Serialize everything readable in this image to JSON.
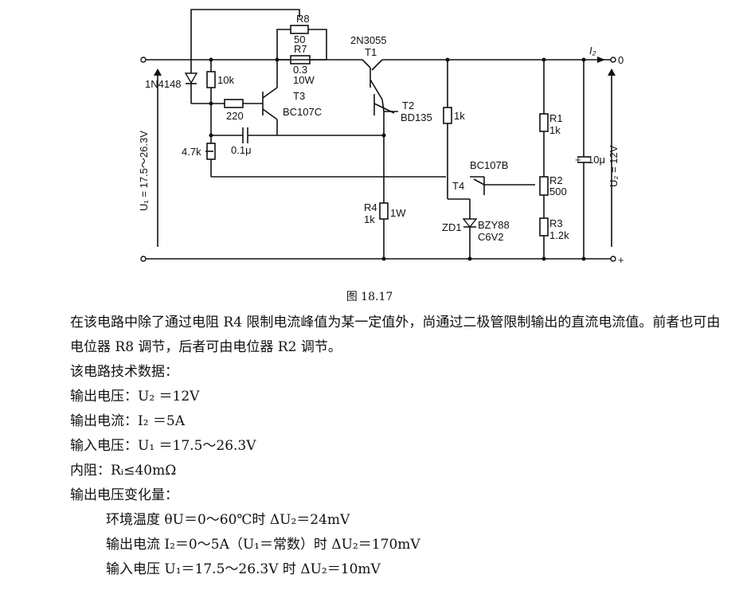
{
  "schematic": {
    "labels": {
      "r8": "R8",
      "r8_val": "50",
      "t1_type": "2N3055",
      "t1": "T1",
      "r7": "R7",
      "r7_val": "0.3",
      "r7_pow": "10W",
      "d1": "1N4148",
      "r_10k": "10k",
      "t3": "T3",
      "t3_type": "BC107C",
      "r_220": "220",
      "c_01": "0.1μ",
      "pot_47k": "4.7k",
      "t2": "T2",
      "t2_type": "BD135",
      "r_1k": "1k",
      "r1": "R1",
      "r1_val": "1k",
      "r2": "R2",
      "r2_val": "500",
      "r3": "R3",
      "r3_val": "1.2k",
      "r4": "R4",
      "r4_val": "1k",
      "r4_pow": "1W",
      "t4_type": "BC107B",
      "t4": "T4",
      "zd": "ZD1",
      "zd_type": "BZY88",
      "zd_val": "C6V2",
      "c_out": "10μ",
      "plus": "+",
      "i2": "I₂",
      "out_zero": "0",
      "out_plus": "+",
      "u1_label": "U₁ = 17.5～26.3V",
      "u2_label": "U₂ = 12V"
    }
  },
  "caption": "图 18.17",
  "body": {
    "para1": "在该电路中除了通过电阻 R4 限制电流峰值为某一定值外，尚通过二极管限制输出的直流电流值。前者也可由电位器 R8 调节，后者可由电位器 R2 调节。",
    "spec_heading": "该电路技术数据：",
    "specs": [
      "输出电压：U₂ ＝12V",
      "输出电流：I₂ ＝5A",
      "输入电压：U₁ ＝17.5～26.3V",
      "内阻：Rᵢ≤40mΩ",
      "输出电压变化量："
    ],
    "sub_specs": [
      "环境温度 θU＝0～60℃时 ΔU₂＝24mV",
      "输出电流 I₂＝0～5A（U₁＝常数）时 ΔU₂＝170mV",
      "输入电压 U₁＝17.5～26.3V 时 ΔU₂＝10mV"
    ]
  }
}
